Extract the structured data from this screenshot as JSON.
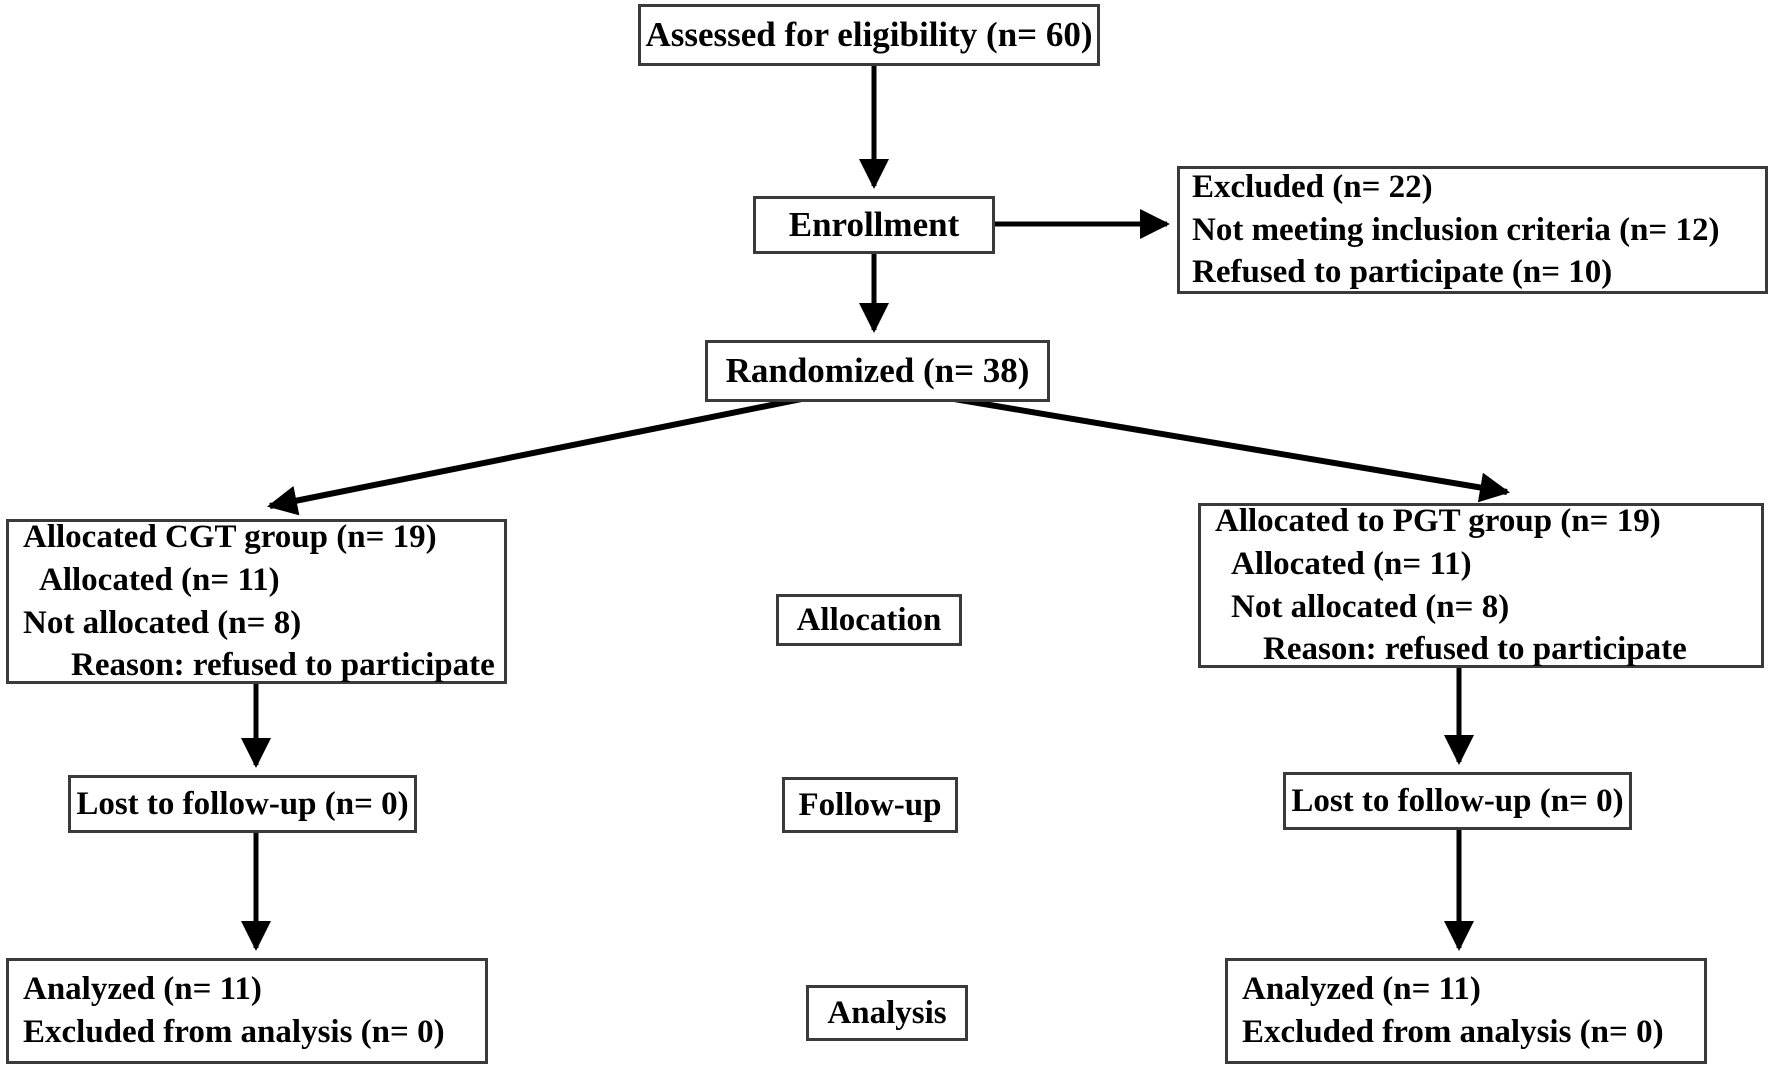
{
  "diagram": {
    "title": "CONSORT participant flow diagram",
    "stroke_color": "#000000",
    "box_border_color": "#3a3a3a",
    "background": "#ffffff"
  },
  "nodes": {
    "eligibility": {
      "text": "Assessed for eligibility (n= 60)"
    },
    "enrollment": {
      "text": "Enrollment"
    },
    "excluded": {
      "lines": [
        "Excluded (n= 22)",
        "Not meeting inclusion criteria (n= 12)",
        "Refused to participate (n= 10)"
      ]
    },
    "randomized": {
      "text": "Randomized (n= 38)"
    },
    "allocated_left": {
      "lines": [
        "Allocated CGT group (n= 19)",
        "Allocated  (n= 11)",
        "Not allocated (n= 8)",
        "Reason: refused to participate"
      ]
    },
    "allocated_right": {
      "lines": [
        "Allocated to PGT group (n= 19)",
        "Allocated  (n= 11)",
        "Not allocated (n= 8)",
        "Reason: refused to participate"
      ]
    },
    "lost_left": {
      "text": "Lost to follow-up (n= 0)"
    },
    "lost_right": {
      "text": "Lost to follow-up (n= 0)"
    },
    "analyzed_left": {
      "lines": [
        "Analyzed (n= 11)",
        "Excluded from analysis (n= 0)"
      ]
    },
    "analyzed_right": {
      "lines": [
        "Analyzed (n= 11)",
        "Excluded from analysis (n= 0)"
      ]
    }
  },
  "stage_labels": {
    "allocation": "Allocation",
    "followup": "Follow-up",
    "analysis": "Analysis"
  },
  "chart_data": {
    "type": "diagram",
    "title": "CONSORT flow diagram",
    "stages": [
      "Enrollment",
      "Allocation",
      "Follow-up",
      "Analysis"
    ],
    "counts": {
      "assessed_for_eligibility": 60,
      "excluded_total": 22,
      "excluded_not_meeting_inclusion_criteria": 12,
      "excluded_refused_to_participate": 10,
      "randomized": 38,
      "cgt_allocated_group": 19,
      "cgt_allocated": 11,
      "cgt_not_allocated": 8,
      "cgt_lost_to_followup": 0,
      "cgt_analyzed": 11,
      "cgt_excluded_from_analysis": 0,
      "pgt_allocated_group": 19,
      "pgt_allocated": 11,
      "pgt_not_allocated": 8,
      "pgt_lost_to_followup": 0,
      "pgt_analyzed": 11,
      "pgt_excluded_from_analysis": 0
    },
    "arms": [
      "CGT",
      "PGT"
    ]
  }
}
